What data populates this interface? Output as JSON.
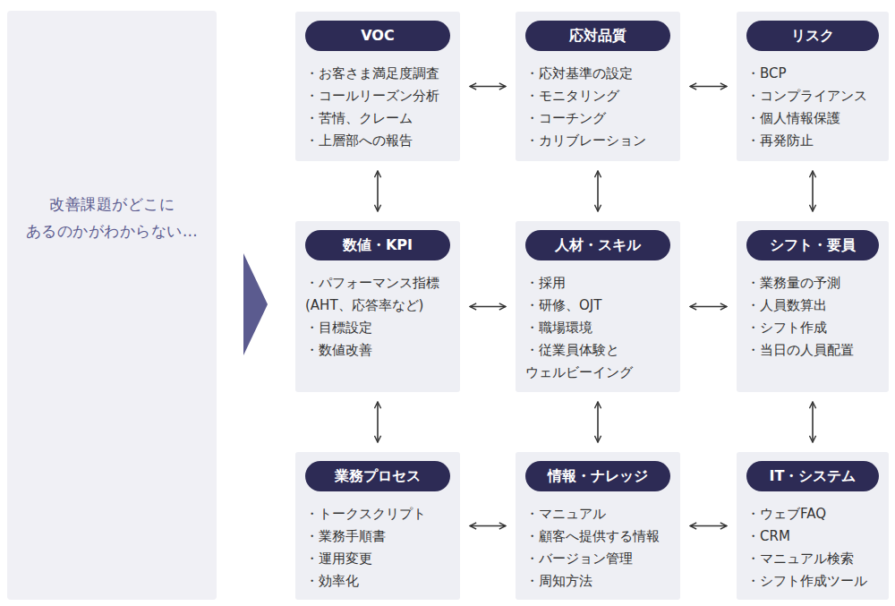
{
  "diagram": {
    "nodes": [
      {
        "text": [
          "改善課題がどこに あるのかがわからない…"
        ]
      },
      {
        "text": [
          "・お客さま満足度調査",
          "・コールリーズン分析",
          "・苦情、クレーム",
          "・上層部への報告"
        ]
      },
      {
        "text": [
          "VOC"
        ],
        "in": 1
      },
      {
        "text": [
          "・応対基準の設定",
          "・モニタリング",
          "・コーチング",
          "・カリブレーション"
        ]
      },
      {
        "text": [
          "応対品質"
        ],
        "in": 3
      },
      {
        "text": [
          "・BCP",
          "・コンプライアンス",
          "・個人情報保護",
          "・再発防止"
        ]
      },
      {
        "text": [
          "リスク"
        ],
        "in": 5
      },
      {
        "text": [
          "・パフォーマンス指標 (AHT、応答率など)",
          "・目標設定",
          "・数値改善"
        ]
      },
      {
        "text": [
          "数値・KPI"
        ],
        "in": 7
      },
      {
        "text": [
          "・採用",
          "・研修、OJT",
          "・職場環境",
          "・従業員体験と ウェルビーイング"
        ]
      },
      {
        "text": [
          "人材・スキル"
        ],
        "in": 9
      },
      {
        "text": [
          "・業務量の予測",
          "・人員数算出",
          "・シフト作成",
          "・当日の人員配置"
        ]
      },
      {
        "text": [
          "シフト・要員"
        ],
        "in": 11
      },
      {
        "text": [
          "・トークスクリプト",
          "・業務手順書",
          "・運用変更",
          "・効率化"
        ]
      },
      {
        "text": [
          "業務プロセス"
        ],
        "in": 13
      },
      {
        "text": [
          "・マニュアル",
          "・顧客へ提供する情報",
          "・バージョン管理",
          "・周知方法"
        ]
      },
      {
        "text": [
          "情報・ナレッジ"
        ],
        "in": 15
      },
      {
        "text": [
          "・ウェブFAQ",
          "・CRM",
          "・マニュアル検索",
          "・シフト作成ツール"
        ]
      },
      {
        "text": [
          "IT・システム"
        ],
        "in": 17
      }
    ],
    "edges": [
      {
        "from": 1,
        "to": 3,
        "arrow": "both"
      },
      {
        "from": 3,
        "to": 5,
        "arrow": "both"
      },
      {
        "from": 1,
        "to": 7,
        "arrow": "both"
      },
      {
        "from": 3,
        "to": 9,
        "arrow": "both"
      },
      {
        "from": 5,
        "to": 11,
        "arrow": "both"
      },
      {
        "from": 7,
        "to": 9,
        "arrow": "both"
      },
      {
        "from": 9,
        "to": 11,
        "arrow": "both"
      },
      {
        "from": 7,
        "to": 13,
        "arrow": "both"
      },
      {
        "from": 9,
        "to": 15,
        "arrow": "both"
      },
      {
        "from": 11,
        "to": 17,
        "arrow": "both"
      },
      {
        "from": 13,
        "to": 15,
        "arrow": "both"
      },
      {
        "from": 15,
        "to": 17,
        "arrow": "both"
      }
    ]
  }
}
